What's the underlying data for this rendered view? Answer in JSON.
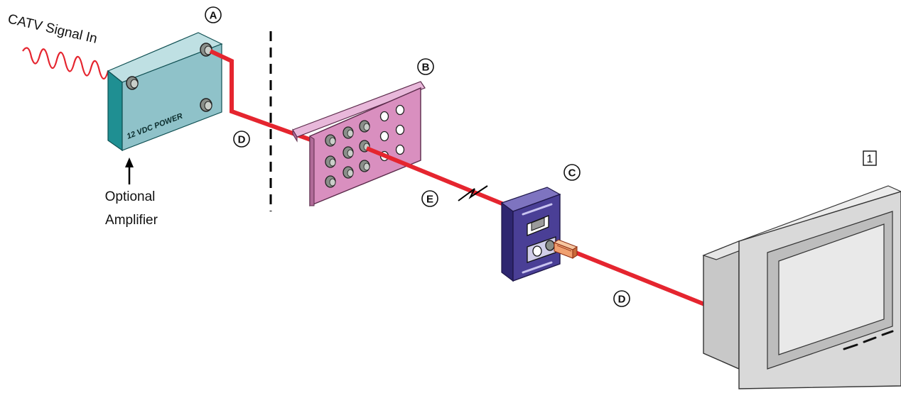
{
  "labels": {
    "signal_in": "CATV Signal In",
    "optional": "Optional",
    "amplifier": "Amplifier",
    "amp_power": "12 VDC POWER"
  },
  "markers": {
    "a": "A",
    "b": "B",
    "c": "C",
    "d": "D",
    "e": "E",
    "tv_number": "1"
  },
  "colors": {
    "cable": "#e5252f",
    "signal_wave": "#e5252f",
    "amplifier_face": "#8fc2c9",
    "amplifier_side": "#1f8f92",
    "panel": "#d98fbf",
    "wallplate": "#4a3f96",
    "tv_body": "#d9d9d9",
    "connector_plug": "#f0a070"
  }
}
